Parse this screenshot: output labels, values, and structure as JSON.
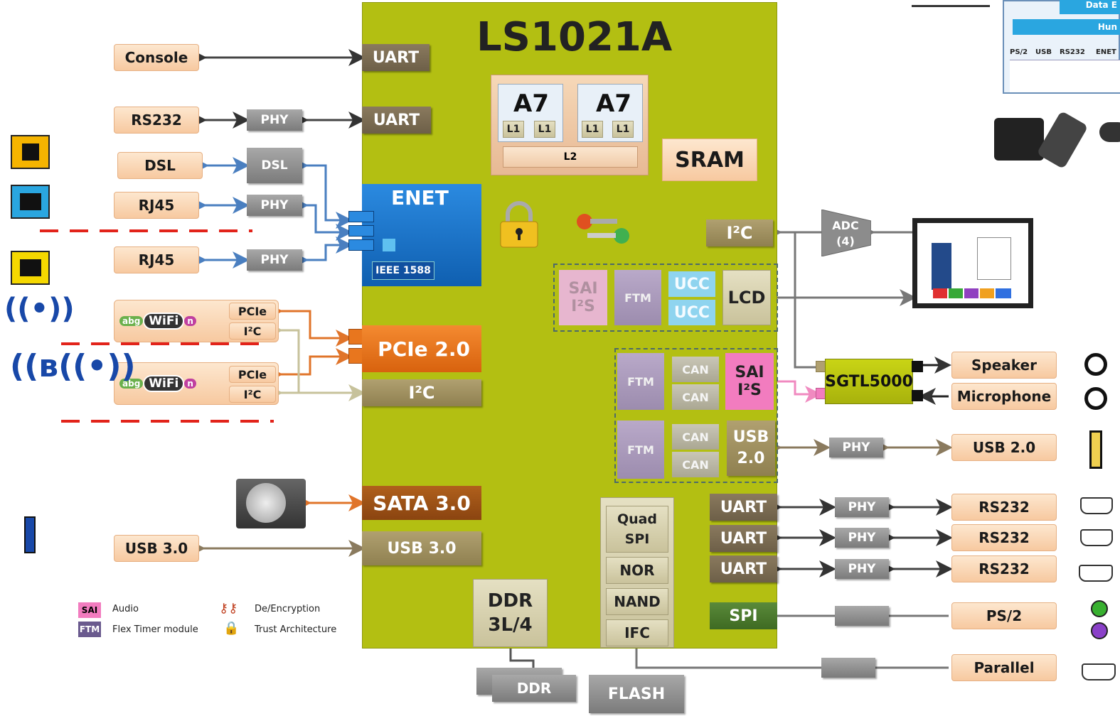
{
  "chip": {
    "title": "LS1021A"
  },
  "cores": {
    "core": "A7",
    "l1": "L1",
    "l2": "L2",
    "sram": "SRAM"
  },
  "enet": {
    "label": "ENET",
    "ieee": "IEEE 1588"
  },
  "left": {
    "console": "Console",
    "rs232": "RS232",
    "dsl": "DSL",
    "rj45": "RJ45",
    "phy": "PHY",
    "dsl_phy": "DSL",
    "uart": "UART",
    "wifi": "WiFi",
    "wifi_prefix": "abg",
    "wifi_suffix": "n",
    "pcie": "PCIe",
    "i2c": "I²C",
    "usb30": "USB 3.0"
  },
  "blocks": {
    "pcie": "PCIe 2.0",
    "i2c": "I²C",
    "sata": "SATA 3.0",
    "usb30": "USB 3.0",
    "ddr": "DDR 3L/4",
    "ddr_ext": "DDR",
    "flash": "FLASH",
    "quadspi": "Quad SPI",
    "nor": "NOR",
    "nand": "NAND",
    "ifc": "IFC"
  },
  "right_internal": {
    "i2c": "I²C",
    "sai": "SAI",
    "i2s": "I²S",
    "ftm": "FTM",
    "ucc": "UCC",
    "lcd": "LCD",
    "can": "CAN",
    "usb20": "USB 2.0",
    "uart": "UART",
    "spi": "SPI"
  },
  "right_external": {
    "adc": "ADC",
    "adc_count": "(4)",
    "sgtl": "SGTL5000",
    "speaker": "Speaker",
    "microphone": "Microphone",
    "usb20": "USB 2.0",
    "rs232": "RS232",
    "ps2": "PS/2",
    "parallel": "Parallel",
    "phy": "PHY"
  },
  "legend": {
    "sai": "SAI",
    "audio": "Audio",
    "ftm": "FTM",
    "flex": "Flex Timer module",
    "decrypt": "De/Encryption",
    "trust": "Trust Architecture"
  },
  "topright": {
    "data": "Data E",
    "hum": "Hun",
    "ports": [
      "PS/2",
      "USB",
      "RS232",
      "ENET"
    ]
  },
  "colors": {
    "chip": "#b3bf12",
    "enet": "#1e78c8",
    "pcie": "#e8761e",
    "arrow_blue": "#4a7fc0",
    "arrow_orange": "#e0742a",
    "arrow_dark": "#333333"
  }
}
